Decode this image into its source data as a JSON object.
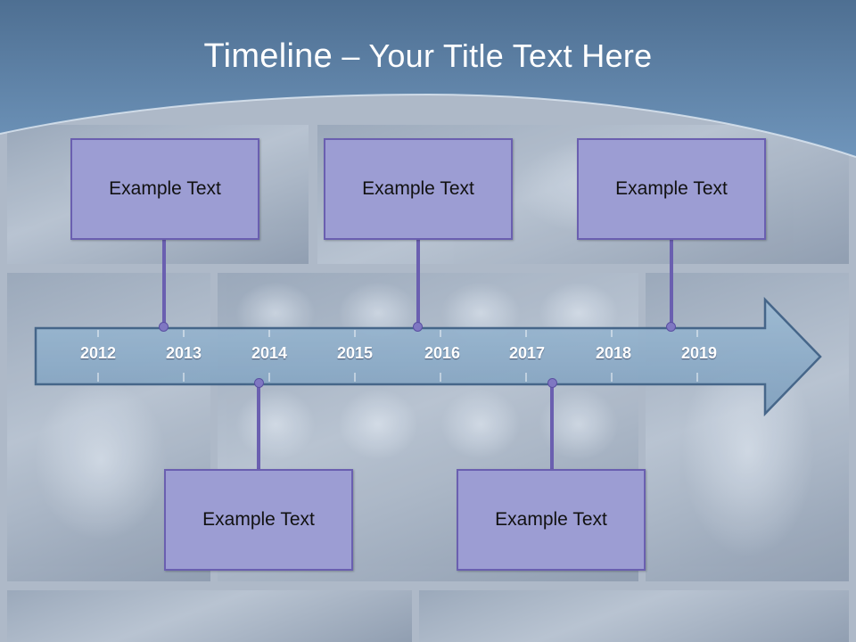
{
  "slide": {
    "title_main": "Timeline",
    "title_rest": " – Your Title Text Here"
  },
  "timeline": {
    "years": [
      "2012",
      "2013",
      "2014",
      "2015",
      "2016",
      "2017",
      "2018",
      "2019"
    ]
  },
  "callouts": {
    "top": [
      "Example Text",
      "Example Text",
      "Example Text"
    ],
    "bottom": [
      "Example Text",
      "Example Text"
    ]
  },
  "colors": {
    "header_blue": "#5f87b0",
    "arrow_fill": "#8fb0cc",
    "arrow_stroke": "#3d5f84",
    "callout_fill": "#9c9dd3",
    "callout_border": "#6a5fb0"
  }
}
